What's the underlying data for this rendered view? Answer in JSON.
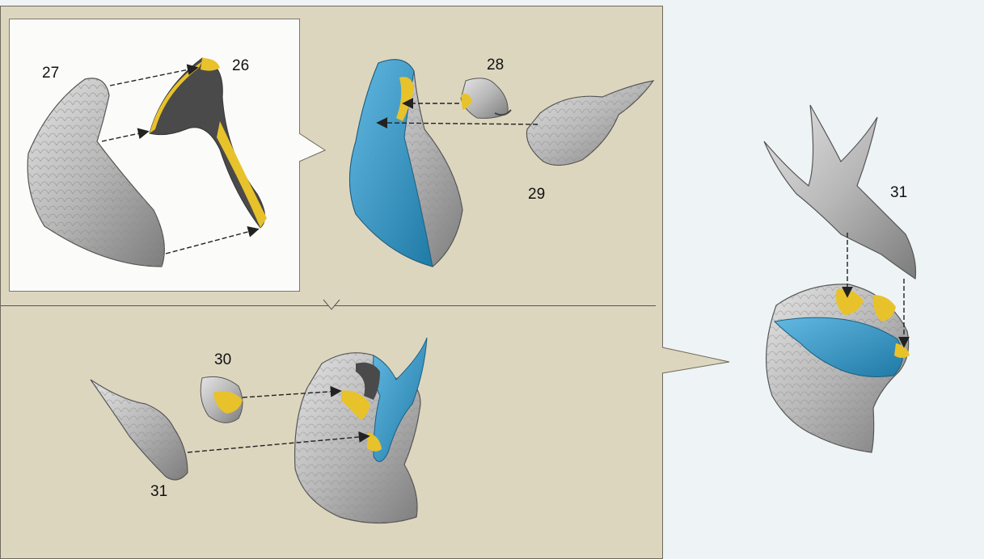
{
  "labels": {
    "part_26": "26",
    "part_27": "27",
    "part_28": "28",
    "part_29": "29",
    "part_30": "30",
    "part_31_bottom": "31",
    "part_31_right": "31"
  },
  "colors": {
    "panel_background": "#ddd6bf",
    "inset_background": "#fbfbf9",
    "right_background": "#eef3f5",
    "part_silver": "#bcbcbc",
    "part_blue": "#3d9cc9",
    "part_yellow": "#e8c22b",
    "arrow": "#222222"
  }
}
